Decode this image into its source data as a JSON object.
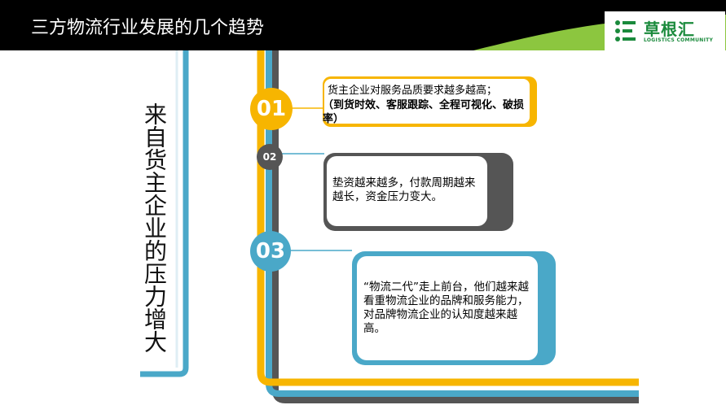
{
  "header": {
    "title": "三方物流行业发展的几个趋势",
    "logo_name": "草根汇",
    "logo_sub": "LOGISTICS COMMUNITY"
  },
  "side_title": "来自货主企业的压力增大",
  "items": [
    {
      "number": "01",
      "line1": "货主企业对服务品质要求越多越高；",
      "line2": "（到货时效、客服跟踪、全程可视化、破损率）",
      "color": "#f7b500"
    },
    {
      "number": "02",
      "text": "垫资越来越多，付款周期越来越长，资金压力变大。",
      "color": "#555555"
    },
    {
      "number": "03",
      "text": "“物流二代”走上前台，他们越来越看重物流企业的品牌和服务能力，对品牌物流企业的认知度越来越高。",
      "color": "#4aa8c8"
    }
  ],
  "colors": {
    "header": "#000000",
    "accent_green": "#8cc63f",
    "yellow": "#f7b500",
    "gray": "#555555",
    "blue": "#4aa8c8"
  }
}
